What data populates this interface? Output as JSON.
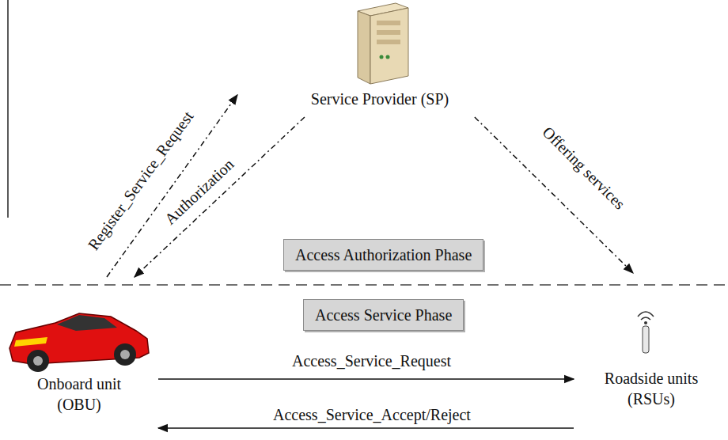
{
  "diagram": {
    "nodes": [
      {
        "text": [
          "Service Provider (SP)"
        ]
      },
      {
        "text": [
          "Onboard unit (OBU)"
        ]
      },
      {
        "text": [
          "Roadside units (RSUs)"
        ]
      },
      {
        "text": [
          "Access Authorization Phase"
        ]
      },
      {
        "text": [
          "Access Service Phase"
        ]
      }
    ],
    "edges": [
      {
        "from": 1,
        "to": 0,
        "label": "Register_Service_Request",
        "arrow": "to"
      },
      {
        "from": 0,
        "to": 1,
        "label": "Authorization",
        "arrow": "to"
      },
      {
        "from": 0,
        "to": 2,
        "label": "Offering services",
        "arrow": "to"
      },
      {
        "from": 1,
        "to": 2,
        "label": "Access_Service_Request",
        "arrow": "to"
      },
      {
        "from": 2,
        "to": 1,
        "label": "Access_Service_Accept/Reject",
        "arrow": "to"
      }
    ]
  }
}
